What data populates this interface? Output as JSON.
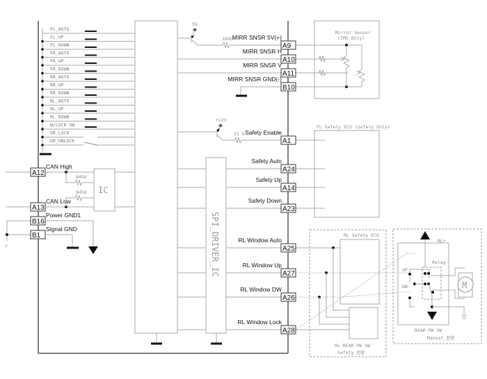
{
  "diagram": {
    "switch_inputs": [
      "FL_AUTO",
      "FL_UP",
      "FL_DOWN",
      "FR_AUTO",
      "FR_UP",
      "FR_DOWN",
      "RR_AUTO",
      "RR_UP",
      "RR_DOWN",
      "RL_AUTO",
      "RL_UP",
      "RL_DOWN",
      "W/LOCK SW",
      "DR_LOCK",
      "DR_UNLOCK"
    ],
    "can": {
      "high_label": "CAN High",
      "high_pin": "A12",
      "low_label": "CAN Low",
      "low_pin": "A13",
      "resistor_high": "845Ω",
      "resistor_low": "845Ω",
      "ic_label": "IC"
    },
    "ground": {
      "power_label": "Power GND1",
      "power_pin": "B16",
      "signal_label": "Signal GND",
      "signal_pin": "B1"
    },
    "mirror": {
      "supply_label": "5V",
      "resistor": "180Ω",
      "pins": [
        {
          "label": "MIRR SNSR 5V(+)",
          "pin": "A9"
        },
        {
          "label": "MIRR SNSR H",
          "pin": "A10"
        },
        {
          "label": "MIRR SNSR V",
          "pin": "A11"
        },
        {
          "label": "MIRR SNSR GND(-)",
          "pin": "B10"
        }
      ],
      "sensor_title": "Mirror Sensor",
      "sensor_subtitle": "(IMS Only)"
    },
    "safety": {
      "supply_label": "+12V",
      "resistor": "51 Ω",
      "pins": [
        {
          "label": "Safety Enable",
          "pin": "A1"
        },
        {
          "label": "Safety Auto",
          "pin": "A24"
        },
        {
          "label": "Safety Up",
          "pin": "A14"
        },
        {
          "label": "Safety Down",
          "pin": "A23"
        }
      ],
      "ecu_title": "FL Safety ECU (Safety Only)"
    },
    "spi_driver_label": "SPI_DRIVER_IC",
    "rl_window": {
      "pins": [
        {
          "label": "RL Window Auto",
          "pin": "A25"
        },
        {
          "label": "RL Window Up",
          "pin": "A27"
        },
        {
          "label": "RL Window DW",
          "pin": "A26"
        },
        {
          "label": "RL Window Lock",
          "pin": "A28"
        }
      ],
      "rl_safety_ecu_title": "RL Safety ECU",
      "rl_rear_sw_title": "RL REAR PW SW",
      "rl_rear_sw_subtitle": "Safety 전용"
    },
    "rear_pw_sw": {
      "supply_label": "BL+",
      "relay_label": "Relay",
      "up_label": "UP",
      "dw_label": "DW",
      "motor_label": "M",
      "title": "REAR PW SW",
      "subtitle": "Manual 전용"
    }
  }
}
